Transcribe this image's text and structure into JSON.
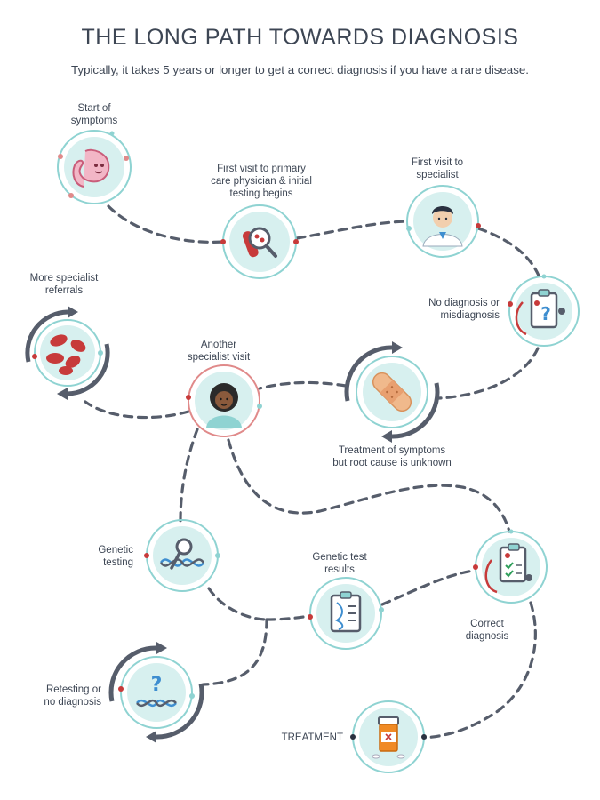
{
  "header": {
    "title": "THE LONG PATH TOWARDS DIAGNOSIS",
    "subtitle": "Typically, it takes 5 years or longer to get a correct diagnosis if you have a rare disease."
  },
  "steps": [
    {
      "id": "start",
      "lines": [
        "Start of",
        "symptoms"
      ],
      "icon": "stomach-icon"
    },
    {
      "id": "first-primary",
      "lines": [
        "First visit to primary",
        "care physician & initial",
        "testing begins"
      ],
      "icon": "blood-test-icon"
    },
    {
      "id": "first-specialist",
      "lines": [
        "First visit to",
        "specialist"
      ],
      "icon": "doctor-icon"
    },
    {
      "id": "no-diagnosis",
      "lines": [
        "No diagnosis or",
        "misdiagnosis"
      ],
      "icon": "clipboard-question-icon"
    },
    {
      "id": "more-referrals",
      "lines": [
        "More specialist",
        "referrals"
      ],
      "icon": "blood-cells-icon"
    },
    {
      "id": "another-specialist",
      "lines": [
        "Another",
        "specialist visit"
      ],
      "icon": "specialist-icon"
    },
    {
      "id": "treatment-symptoms",
      "lines": [
        "Treatment of symptoms",
        "but root cause is unknown"
      ],
      "icon": "bandage-icon"
    },
    {
      "id": "genetic-testing",
      "lines": [
        "Genetic",
        "testing"
      ],
      "icon": "dna-magnifier-icon"
    },
    {
      "id": "genetic-results",
      "lines": [
        "Genetic test",
        "results"
      ],
      "icon": "dna-clipboard-icon"
    },
    {
      "id": "correct-diagnosis",
      "lines": [
        "Correct",
        "diagnosis"
      ],
      "icon": "clipboard-check-icon"
    },
    {
      "id": "retesting",
      "lines": [
        "Retesting or",
        "no diagnosis"
      ],
      "icon": "dna-question-icon"
    },
    {
      "id": "treatment",
      "lines": [
        "TREATMENT"
      ],
      "icon": "pill-bottle-icon"
    }
  ],
  "colors": {
    "text": "#3d4654",
    "path": "#565d6b",
    "ring": "#8fd3d2",
    "circle_fill": "#d7f0ef",
    "red": "#c73a3a",
    "arrow": "#565d6b"
  }
}
